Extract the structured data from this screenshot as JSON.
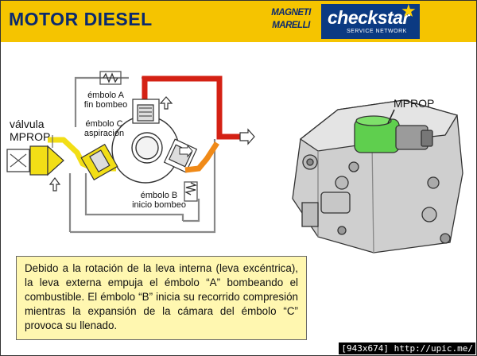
{
  "header": {
    "title": "MOTOR DIESEL",
    "logos": {
      "magneti_marelli": [
        "MAGNETI",
        "MARELLI"
      ],
      "checkstar": {
        "name": "checkstar",
        "subtitle": "SERVICE NETWORK"
      }
    }
  },
  "diagram": {
    "labels": {
      "valve": [
        "válvula",
        "MPROP"
      ],
      "piston_a": [
        "émbolo A",
        "fin bombeo"
      ],
      "piston_c": [
        "émbolo C",
        "aspiración"
      ],
      "piston_b": [
        "émbolo B",
        "inicio bombeo"
      ],
      "pump_part": "MPROP"
    },
    "colors": {
      "high_pressure": "#d42114",
      "inlet": "#f2de16",
      "pumping": "#f08a18",
      "mprop": "#5fcf4e"
    }
  },
  "explanation": "Debido a la rotación de la leva interna (leva excéntrica), la leva externa empuja el émbolo “A” bombeando el combustible. El émbolo “B” inicia su recorrido compresión mientras la expansión de la cámara del émbolo “C” provoca su llenado.",
  "watermark": "[943x674] http://upic.me/"
}
